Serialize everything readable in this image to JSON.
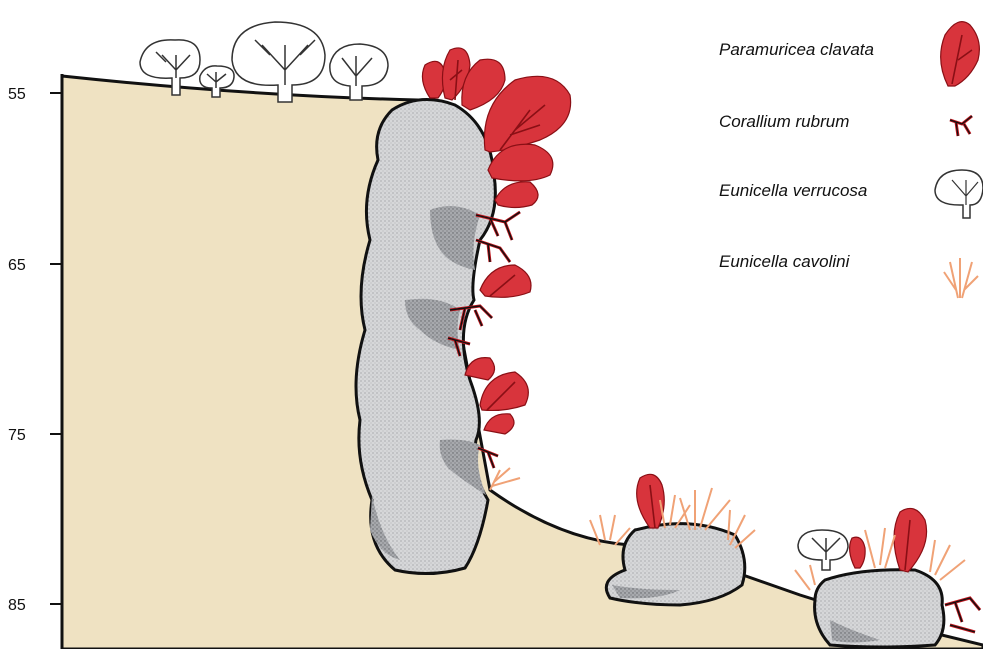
{
  "depth_axis": {
    "ticks": [
      "55",
      "65",
      "75",
      "85"
    ]
  },
  "legend": [
    {
      "label": "Paramuricea clavata",
      "icon": "paramuricea-clavata-icon",
      "color": "#d8343c"
    },
    {
      "label": "Corallium rubrum",
      "icon": "corallium-rubrum-icon",
      "color": "#c0151d"
    },
    {
      "label": "Eunicella verrucosa",
      "icon": "eunicella-verrucosa-icon",
      "color": "#ffffff"
    },
    {
      "label": "Eunicella cavolini",
      "icon": "eunicella-cavolini-icon",
      "color": "#f0a276"
    }
  ],
  "colors": {
    "sediment": "#efe2c2",
    "rock": "#d3d4d6",
    "rock_shadow": "#9c9ea2",
    "outline": "#111111",
    "paramuricea": "#d8343c",
    "paramuricea_dark": "#b31b22",
    "corallium": "#c0151d",
    "cavolini": "#f0a276"
  }
}
